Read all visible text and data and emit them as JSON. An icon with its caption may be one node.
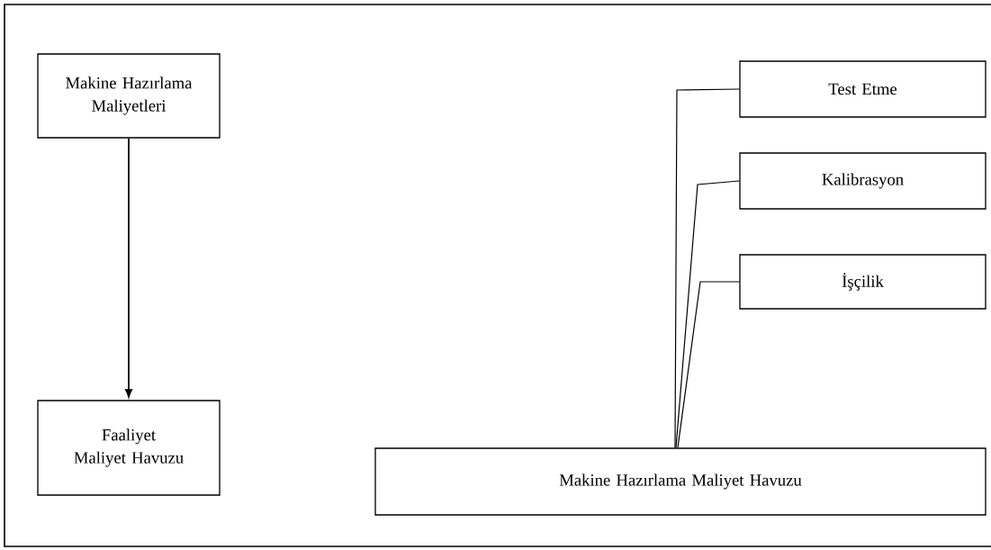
{
  "diagram": {
    "nodes": [
      {
        "text": [
          "Makine Hazırlama Maliyetleri"
        ]
      },
      {
        "text": [
          "Faaliyet Maliyet Havuzu"
        ]
      },
      {
        "text": [
          "Test Etme"
        ]
      },
      {
        "text": [
          "Kalibrasyon"
        ]
      },
      {
        "text": [
          "İşçilik"
        ]
      },
      {
        "text": [
          "Makine Hazırlama Maliyet Havuzu"
        ]
      }
    ],
    "edges": [
      {
        "from": 0,
        "to": 1,
        "arrow": "to"
      },
      {
        "from": 2,
        "to": 5,
        "arrow": "none"
      },
      {
        "from": 3,
        "to": 5,
        "arrow": "none"
      },
      {
        "from": 4,
        "to": 5,
        "arrow": "none"
      }
    ]
  }
}
